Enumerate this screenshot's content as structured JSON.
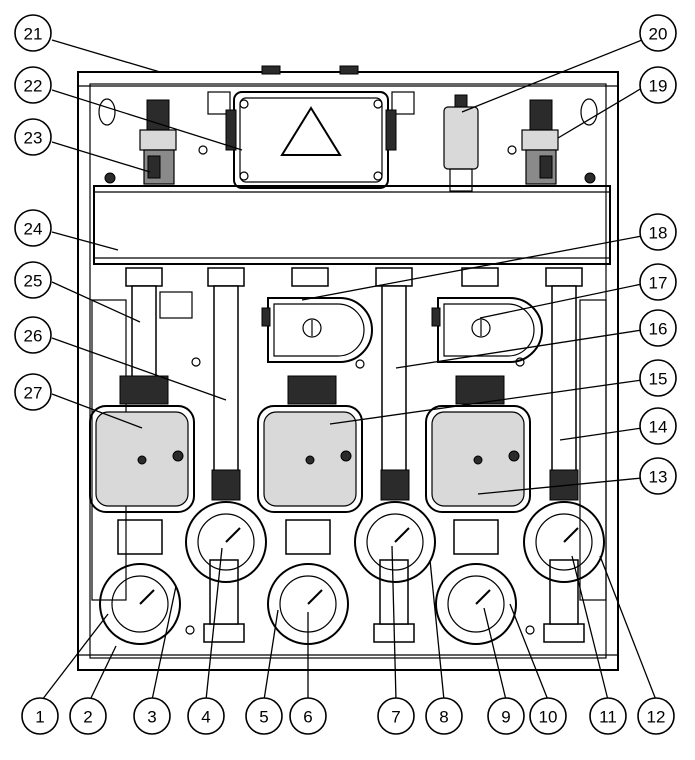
{
  "callouts": [
    {
      "n": "1",
      "label": "1"
    },
    {
      "n": "2",
      "label": "2"
    },
    {
      "n": "3",
      "label": "3"
    },
    {
      "n": "4",
      "label": "4"
    },
    {
      "n": "5",
      "label": "5"
    },
    {
      "n": "6",
      "label": "6"
    },
    {
      "n": "7",
      "label": "7"
    },
    {
      "n": "8",
      "label": "8"
    },
    {
      "n": "9",
      "label": "9"
    },
    {
      "n": "10",
      "label": "10"
    },
    {
      "n": "11",
      "label": "11"
    },
    {
      "n": "12",
      "label": "12"
    },
    {
      "n": "13",
      "label": "13"
    },
    {
      "n": "14",
      "label": "14"
    },
    {
      "n": "15",
      "label": "15"
    },
    {
      "n": "16",
      "label": "16"
    },
    {
      "n": "17",
      "label": "17"
    },
    {
      "n": "18",
      "label": "18"
    },
    {
      "n": "19",
      "label": "19"
    },
    {
      "n": "20",
      "label": "20"
    },
    {
      "n": "21",
      "label": "21"
    },
    {
      "n": "22",
      "label": "22"
    },
    {
      "n": "23",
      "label": "23"
    },
    {
      "n": "24",
      "label": "24"
    },
    {
      "n": "25",
      "label": "25"
    },
    {
      "n": "26",
      "label": "26"
    },
    {
      "n": "27",
      "label": "27"
    }
  ],
  "colors": {
    "line": "#000000",
    "background": "#ffffff",
    "gray": "#8a8a8a"
  }
}
